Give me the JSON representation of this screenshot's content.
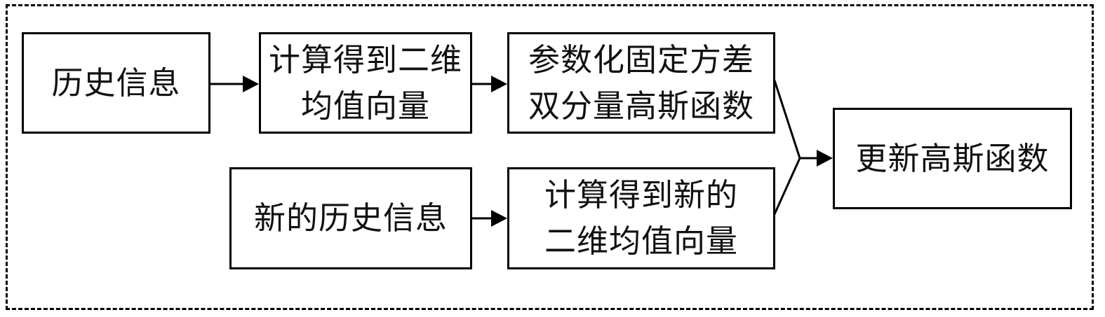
{
  "diagram": {
    "nodes": {
      "history": {
        "lines": [
          "历史信息"
        ]
      },
      "compute_mean": {
        "lines": [
          "计算得到二维",
          "均值向量"
        ]
      },
      "param_gaussian": {
        "lines": [
          "参数化固定方差",
          "双分量高斯函数"
        ]
      },
      "new_history": {
        "lines": [
          "新的历史信息"
        ]
      },
      "compute_new_mean": {
        "lines": [
          "计算得到新的",
          "二维均值向量"
        ]
      },
      "update_gaussian": {
        "lines": [
          "更新高斯函数"
        ]
      }
    },
    "edges": [
      {
        "from": "历史信息",
        "to": "计算得到二维均值向量"
      },
      {
        "from": "计算得到二维均值向量",
        "to": "参数化固定方差双分量高斯函数"
      },
      {
        "from": "新的历史信息",
        "to": "计算得到新的二维均值向量"
      },
      {
        "from": "参数化固定方差双分量高斯函数",
        "to": "更新高斯函数"
      },
      {
        "from": "计算得到新的二维均值向量",
        "to": "更新高斯函数"
      }
    ],
    "style": {
      "stroke_color": "#000000",
      "text_color": "#111111",
      "background": "#ffffff",
      "outer_border": "dashed"
    }
  }
}
